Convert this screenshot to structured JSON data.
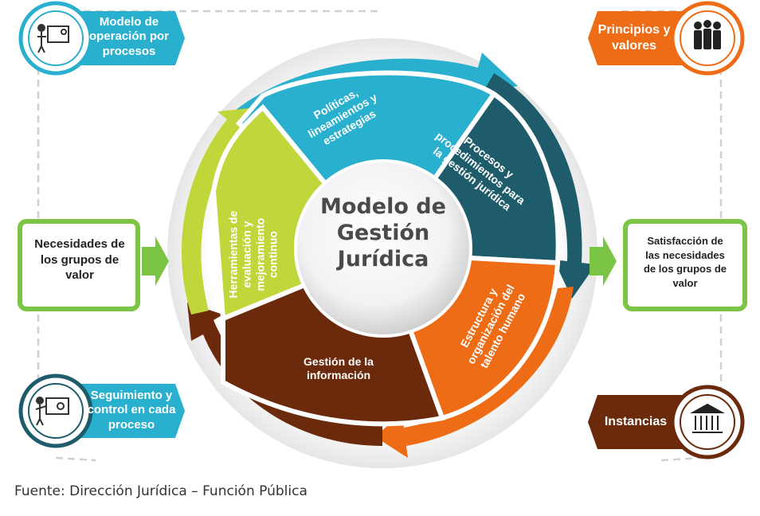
{
  "center": {
    "line1": "Modelo de",
    "line2": "Gestión",
    "line3": "Jurídica"
  },
  "segments": {
    "politicas": {
      "line1": "Políticas,",
      "line2": "lineamientos y",
      "line3": "estrategias"
    },
    "procesos": {
      "line1": "Procesos y",
      "line2": "procedimientos para",
      "line3": "la gestión jurídica"
    },
    "estructura": {
      "line1": "Estructura y",
      "line2": "organización del",
      "line3": "talento humano"
    },
    "gestion": {
      "line1": "Gestión de la",
      "line2": "información"
    },
    "herramientas": {
      "line1": "Herramientas de",
      "line2": "evaluación y",
      "line3": "mejoramiento",
      "line4": "continuo"
    }
  },
  "corners": {
    "modelo_operacion": {
      "line1": "Modelo de",
      "line2": "operación por",
      "line3": "procesos",
      "icon": "presentation-gear-icon"
    },
    "principios": {
      "line1": "Principios y",
      "line2": "valores",
      "icon": "people-group-icon"
    },
    "seguimiento": {
      "line1": "Seguimiento y",
      "line2": "control en cada",
      "line3": "proceso",
      "icon": "presentation-chart-icon"
    },
    "instancias": {
      "label": "Instancias",
      "icon": "bank-building-icon"
    }
  },
  "sides": {
    "necesidades": {
      "line1": "Necesidades de",
      "line2": "los grupos de",
      "line3": "valor"
    },
    "satisfaccion": {
      "line1": "Satisfacción de",
      "line2": "las necesidades",
      "line3": "de los grupos de",
      "line4": "valor"
    }
  },
  "colors": {
    "teal": "#2ab0cf",
    "darkteal": "#1e5c6b",
    "orange": "#ee6c16",
    "brown": "#6b2a0c",
    "lime": "#c1d63b",
    "green": "#7cc544"
  },
  "source": "Fuente: Dirección Jurídica – Función Pública"
}
